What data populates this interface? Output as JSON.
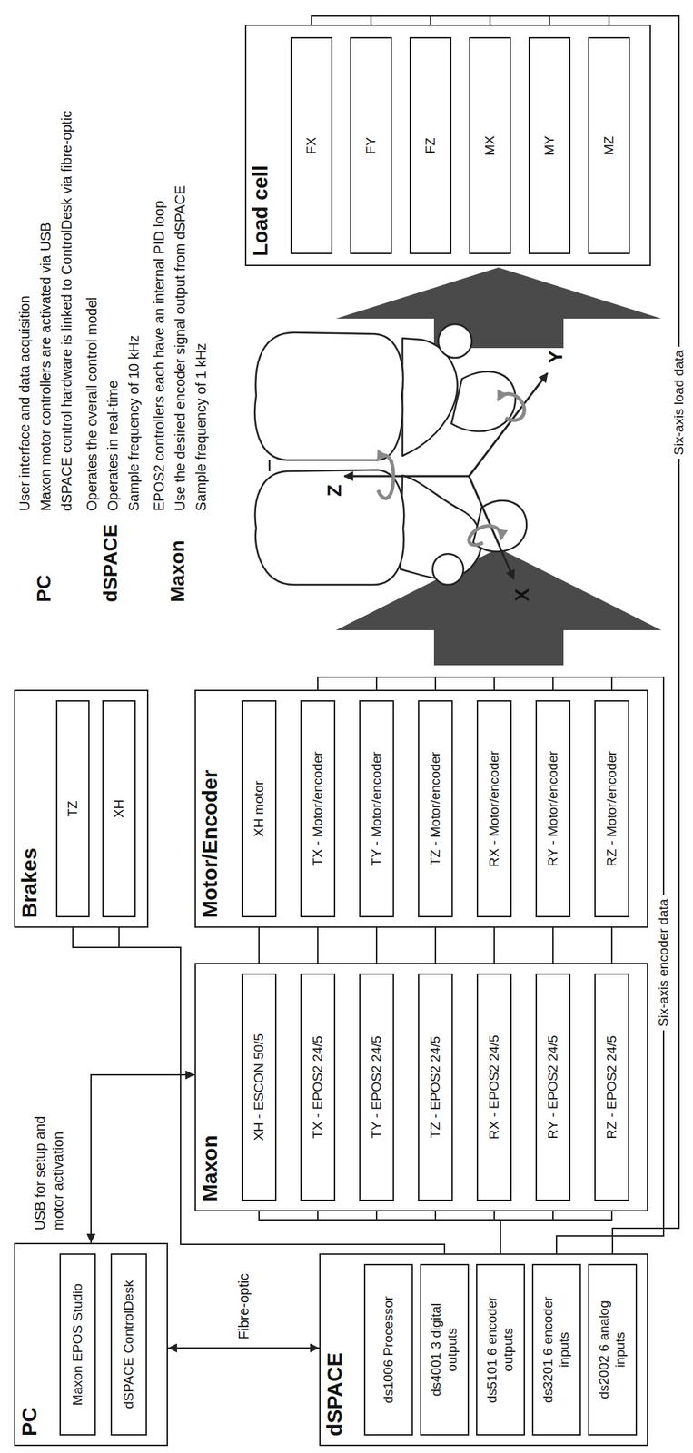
{
  "diagram": {
    "nodes": [
      {
        "text": [
          "PC"
        ]
      },
      {
        "text": [
          "Maxon EPOS Studio"
        ],
        "in": 0
      },
      {
        "text": [
          "dSPACE ControlDesk"
        ],
        "in": 0
      },
      {
        "text": [
          "dSPACE"
        ]
      },
      {
        "text": [
          "ds1006 Processor"
        ],
        "in": 3
      },
      {
        "text": [
          "ds4001 3 digital outputs"
        ],
        "in": 3
      },
      {
        "text": [
          "ds5101 6 encoder outputs"
        ],
        "in": 3
      },
      {
        "text": [
          "ds3201 6 encoder inputs"
        ],
        "in": 3
      },
      {
        "text": [
          "ds2002 6 analog inputs"
        ],
        "in": 3
      },
      {
        "text": [
          "Brakes"
        ]
      },
      {
        "text": [
          "TZ"
        ],
        "in": 9
      },
      {
        "text": [
          "XH"
        ],
        "in": 9
      },
      {
        "text": [
          "Maxon"
        ]
      },
      {
        "text": [
          "XH - ESCON 50/5"
        ],
        "in": 12
      },
      {
        "text": [
          "TX - EPOS2 24/5"
        ],
        "in": 12
      },
      {
        "text": [
          "TY - EPOS2 24/5"
        ],
        "in": 12
      },
      {
        "text": [
          "TZ - EPOS2 24/5"
        ],
        "in": 12
      },
      {
        "text": [
          "RX - EPOS2 24/5"
        ],
        "in": 12
      },
      {
        "text": [
          "RY - EPOS2 24/5"
        ],
        "in": 12
      },
      {
        "text": [
          "RZ - EPOS2 24/5"
        ],
        "in": 12
      },
      {
        "text": [
          "Motor/Encoder"
        ]
      },
      {
        "text": [
          "XH motor"
        ],
        "in": 20
      },
      {
        "text": [
          "TX - Motor/encoder"
        ],
        "in": 20
      },
      {
        "text": [
          "TY - Motor/encoder"
        ],
        "in": 20
      },
      {
        "text": [
          "TZ - Motor/encoder"
        ],
        "in": 20
      },
      {
        "text": [
          "RX - Motor/encoder"
        ],
        "in": 20
      },
      {
        "text": [
          "RY - Motor/encoder"
        ],
        "in": 20
      },
      {
        "text": [
          "RZ - Motor/encoder"
        ],
        "in": 20
      },
      {
        "text": [
          "Load cell"
        ]
      },
      {
        "text": [
          "FX"
        ],
        "in": 28
      },
      {
        "text": [
          "FY"
        ],
        "in": 28
      },
      {
        "text": [
          "FZ"
        ],
        "in": 28
      },
      {
        "text": [
          "MX"
        ],
        "in": 28
      },
      {
        "text": [
          "MY"
        ],
        "in": 28
      },
      {
        "text": [
          "MZ"
        ],
        "in": 28
      }
    ],
    "edges": [
      {
        "from": 0,
        "to": 12,
        "arrow": "both"
      },
      {
        "from": 0,
        "to": 3,
        "arrow": "both"
      },
      {
        "from": 5,
        "to": 10,
        "arrow": "to"
      },
      {
        "from": 5,
        "to": 11,
        "arrow": "to"
      },
      {
        "from": 6,
        "to": 13,
        "arrow": "to"
      },
      {
        "from": 6,
        "to": 14,
        "arrow": "to"
      },
      {
        "from": 6,
        "to": 15,
        "arrow": "to"
      },
      {
        "from": 6,
        "to": 16,
        "arrow": "to"
      },
      {
        "from": 6,
        "to": 17,
        "arrow": "to"
      },
      {
        "from": 6,
        "to": 18,
        "arrow": "to"
      },
      {
        "from": 6,
        "to": 19,
        "arrow": "to"
      },
      {
        "from": 13,
        "to": 21,
        "arrow": "to"
      },
      {
        "from": 14,
        "to": 22,
        "arrow": "both"
      },
      {
        "from": 15,
        "to": 23,
        "arrow": "both"
      },
      {
        "from": 16,
        "to": 24,
        "arrow": "both"
      },
      {
        "from": 17,
        "to": 25,
        "arrow": "both"
      },
      {
        "from": 18,
        "to": 26,
        "arrow": "both"
      },
      {
        "from": 19,
        "to": 27,
        "arrow": "both"
      },
      {
        "from": 22,
        "to": 7,
        "arrow": "to"
      },
      {
        "from": 23,
        "to": 7,
        "arrow": "to"
      },
      {
        "from": 24,
        "to": 7,
        "arrow": "to"
      },
      {
        "from": 25,
        "to": 7,
        "arrow": "to"
      },
      {
        "from": 26,
        "to": 7,
        "arrow": "to"
      },
      {
        "from": 27,
        "to": 7,
        "arrow": "to"
      },
      {
        "from": 29,
        "to": 8,
        "arrow": "to"
      },
      {
        "from": 30,
        "to": 8,
        "arrow": "to"
      },
      {
        "from": 31,
        "to": 8,
        "arrow": "to"
      },
      {
        "from": 32,
        "to": 8,
        "arrow": "to"
      },
      {
        "from": 33,
        "to": 8,
        "arrow": "to"
      },
      {
        "from": 34,
        "to": 8,
        "arrow": "to"
      }
    ],
    "labels": [
      "PC",
      "User interface and data acquisition",
      "Maxon motor controllers are activated via USB",
      "dSPACE control hardware is linked to ControlDesk via fibre-optic",
      "dSPACE",
      "Operates the overall control model",
      "Operates in real-time",
      "Sample frequency of 10 kHz",
      "Maxon",
      "EPOS2 controllers each have an internal PID loop",
      "Use the desired encoder signal output from dSPACE",
      "Sample frequency of 1 kHz",
      "USB for setup and motor activation",
      "Fibre-optic",
      "Six-axis encoder data",
      "Six-axis load data",
      "Z",
      "X",
      "Y"
    ]
  }
}
